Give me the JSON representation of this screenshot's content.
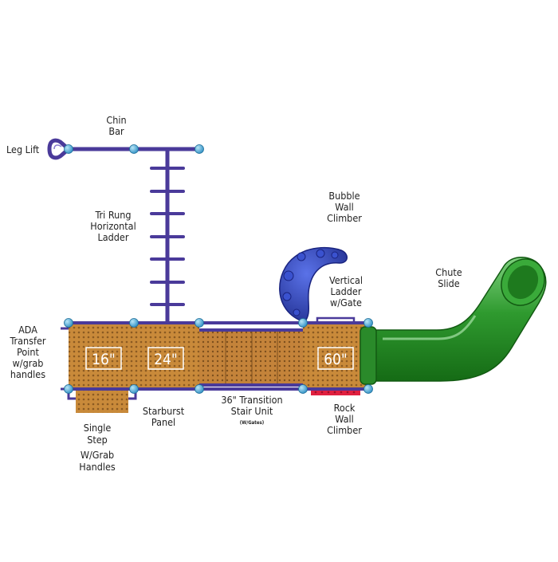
{
  "labels": {
    "chin_bar": [
      "Chin",
      "Bar"
    ],
    "leg_lift": "Leg Lift",
    "tri_rung": [
      "Tri Rung",
      "Horizontal",
      "Ladder"
    ],
    "bubble": [
      "Bubble",
      "Wall",
      "Climber"
    ],
    "vertical_ladder": [
      "Vertical",
      "Ladder",
      "w/Gate"
    ],
    "chute_slide": [
      "Chute",
      "Slide"
    ],
    "ada": [
      "ADA",
      "Transfer",
      "Point",
      "w/grab",
      "handles"
    ],
    "single_step": [
      "Single",
      "Step",
      "W/Grab",
      "Handles"
    ],
    "starburst": [
      "Starburst",
      "Panel"
    ],
    "transition": [
      "36\" Transition",
      "Stair Unit"
    ],
    "transition_note": "(W/Gates)",
    "rock_wall": [
      "Rock",
      "Wall",
      "Climber"
    ]
  },
  "decks": {
    "d16": "16\"",
    "d24": "24\"",
    "d60": "60\""
  },
  "colors": {
    "deck": "#c98a3a",
    "deck_dots": "#8b5a22",
    "post": "#52b4df",
    "frame": "#4a3a9a",
    "bubble": "#2c3fb0",
    "slide": "#2f9a2f",
    "rock_wall": "#e02040"
  }
}
